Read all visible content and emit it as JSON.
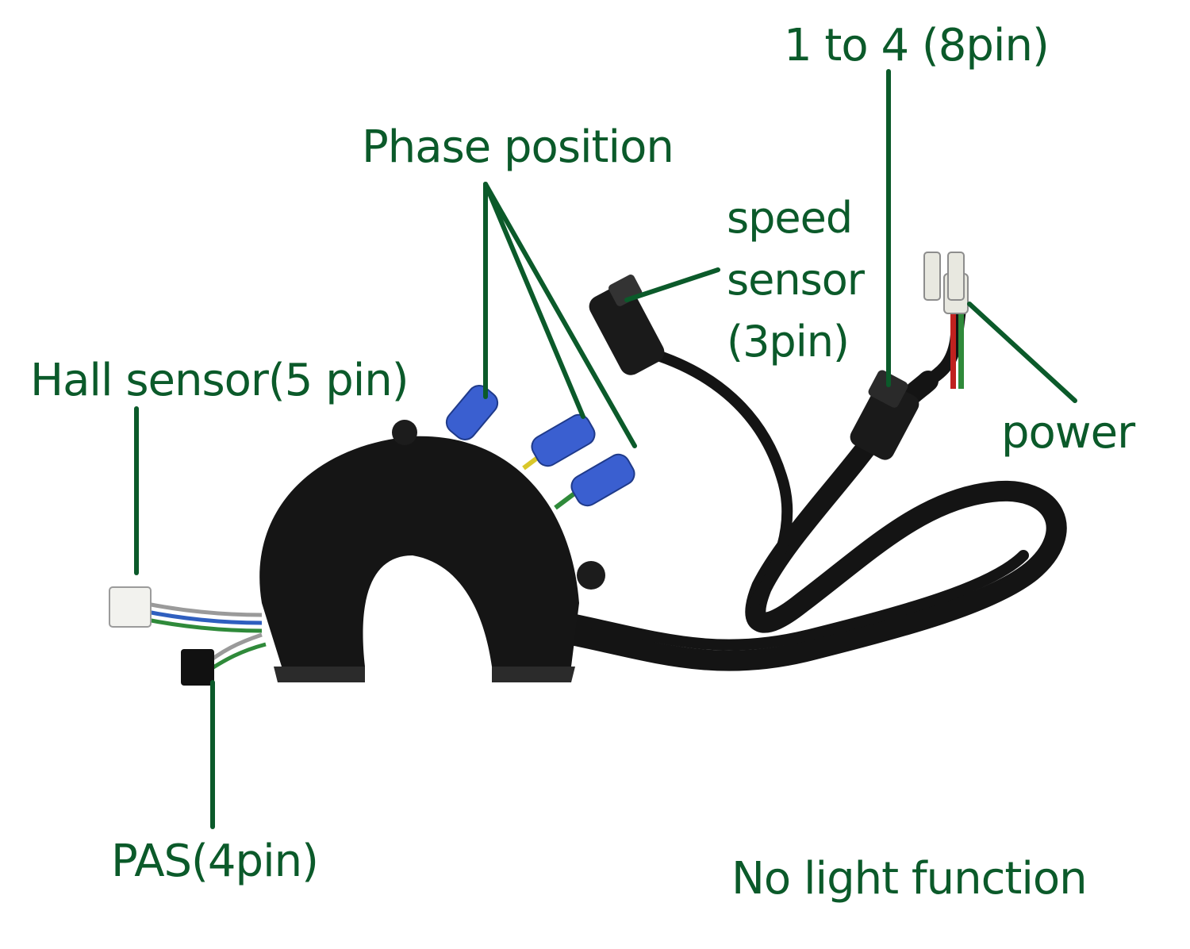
{
  "labels": {
    "connector_8pin": "1 to 4 (8pin)",
    "phase_position": "Phase position",
    "speed_sensor_line1": "speed",
    "speed_sensor_line2": "sensor",
    "speed_sensor_line3": "(3pin)",
    "hall_sensor": "Hall sensor(5 pin)",
    "power": "power",
    "pas": "PAS(4pin)",
    "no_light": "No light function"
  },
  "colors": {
    "label_green": "#0b5a2a",
    "cable_black": "#141414",
    "connector_blue": "#3a5fd0",
    "wire_red": "#c0221f",
    "wire_green": "#2f8a3a"
  }
}
